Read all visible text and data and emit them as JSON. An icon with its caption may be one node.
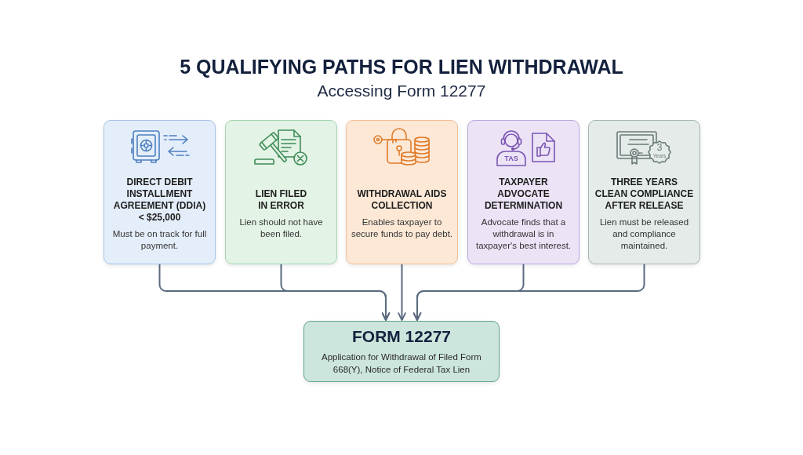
{
  "diagram": {
    "title": "5 QUALIFYING PATHS FOR LIEN WITHDRAWAL",
    "nodes": [
      {
        "text": [
          "DIRECT DEBIT INSTALLMENT AGREEMENT (DDIA) < $25,000",
          "Must be on track for full payment."
        ]
      },
      {
        "text": [
          "LIEN FILED IN ERROR",
          "Lien should not have been filed."
        ]
      },
      {
        "text": [
          "WITHDRAWAL AIDS COLLECTION",
          "Enables taxpayer to secure funds to pay debt."
        ]
      },
      {
        "text": [
          "TAXPAYER ADVOCATE DETERMINATION",
          "Advocate finds that a withdrawal is in taxpayer's best interest."
        ]
      },
      {
        "text": [
          "THREE YEARS CLEAN COMPLIANCE AFTER RELEASE",
          "Lien must be released and compliance maintained."
        ]
      },
      {
        "text": [
          "FORM 12277",
          "Application for Withdrawal of Filed Form 668(Y), Notice of Federal Tax Lien"
        ]
      }
    ],
    "edges": [
      {
        "from": 0,
        "to": 5,
        "arrow": "to"
      },
      {
        "from": 1,
        "to": 5,
        "arrow": "to"
      },
      {
        "from": 2,
        "to": 5,
        "arrow": "to"
      },
      {
        "from": 3,
        "to": 5,
        "arrow": "to"
      },
      {
        "from": 4,
        "to": 5,
        "arrow": "to"
      }
    ],
    "labels": [
      "Accessing Form 12277",
      "TAS",
      "3",
      "Years"
    ]
  }
}
